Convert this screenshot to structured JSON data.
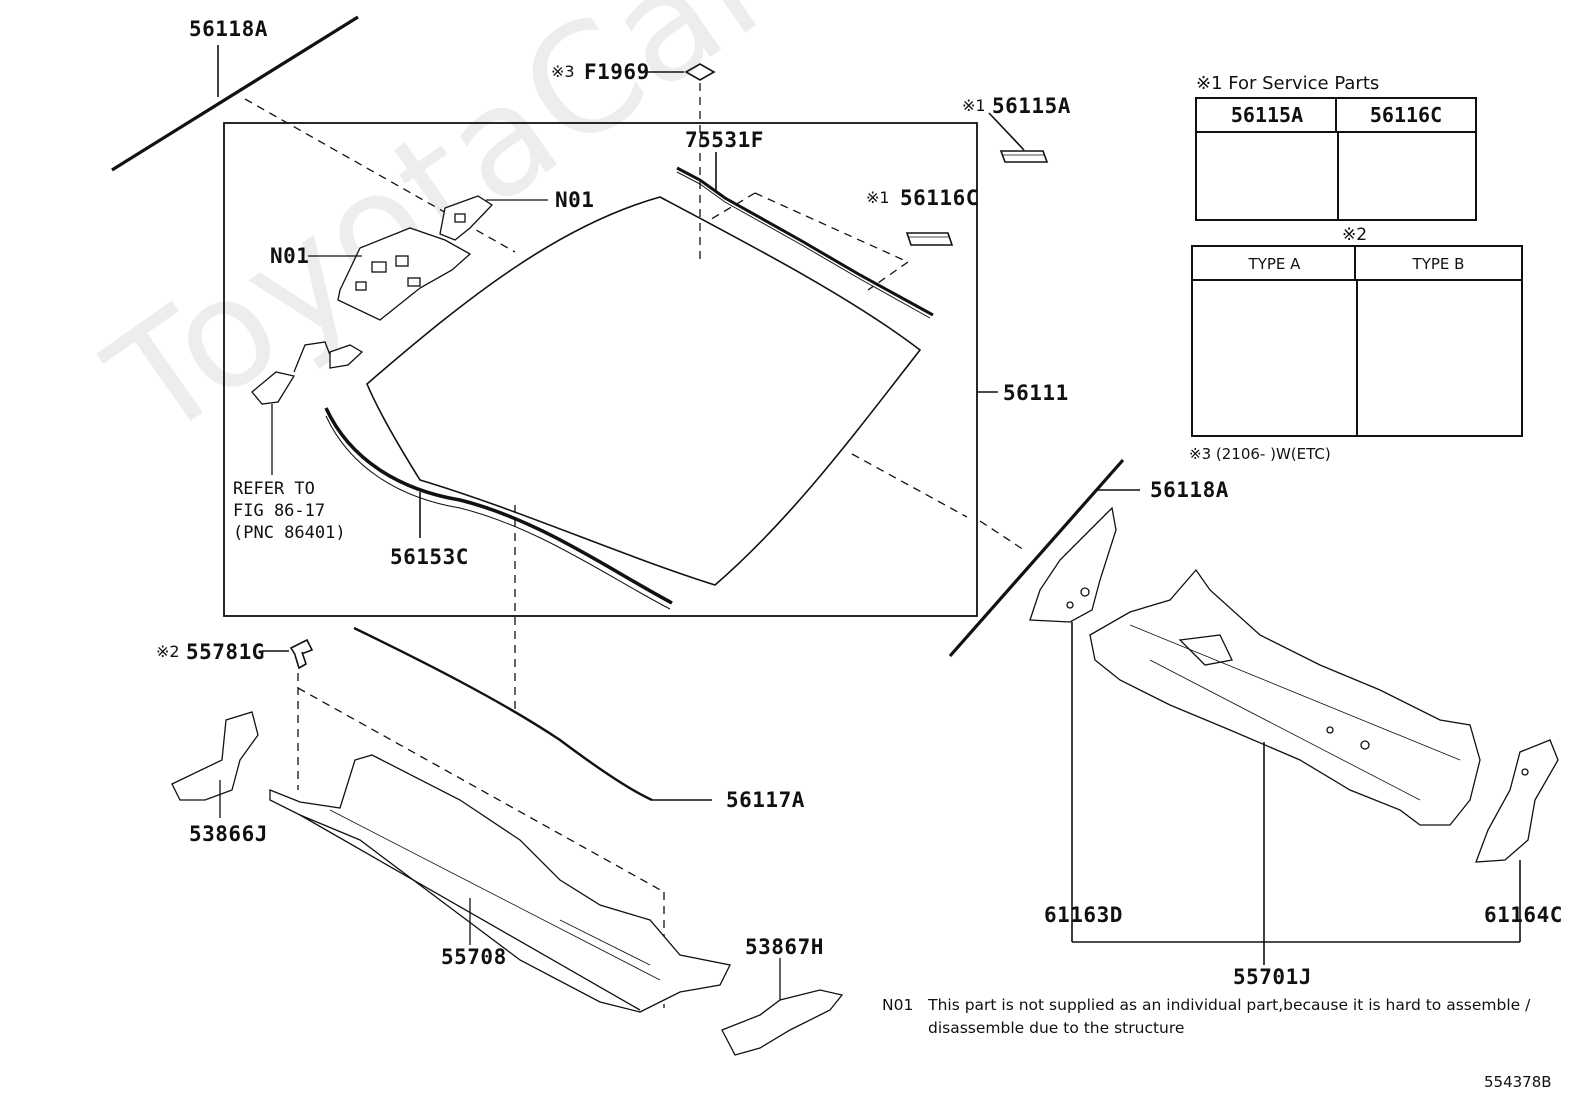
{
  "watermark": "ToyotaCarMine.ru",
  "labels": {
    "p56118A_top": "56118A",
    "f1969_mark": "※3",
    "f1969": "F1969",
    "p56115A_mark": "※1",
    "p56115A": "56115A",
    "p75531F": "75531F",
    "n01_upper": "N01",
    "n01_left": "N01",
    "p56116C_mark": "※1",
    "p56116C": "56116C",
    "p56111": "56111",
    "p56153C": "56153C",
    "p56118A_right": "56118A",
    "p55781G_mark": "※2",
    "p55781G": "55781G",
    "p56117A": "56117A",
    "p53866J": "53866J",
    "p55708": "55708",
    "p53867H": "53867H",
    "p61163D": "61163D",
    "p61164C": "61164C",
    "p55701J": "55701J",
    "diagram_code": "554378B"
  },
  "refer": {
    "line1": "REFER TO",
    "line2": "FIG 86-17",
    "line3": "(PNC 86401)"
  },
  "service_table": {
    "title": "※1 For Service Parts",
    "col1": "56115A",
    "col2": "56116C"
  },
  "type_table": {
    "title": "※2",
    "col1": "TYPE A",
    "col2": "TYPE B",
    "footnote": "※3 (2106-      )W(ETC)"
  },
  "note": {
    "code": "N01",
    "line1": "This part is not supplied as an individual part,because it is hard to assemble /",
    "line2": "disassemble due to the structure"
  }
}
